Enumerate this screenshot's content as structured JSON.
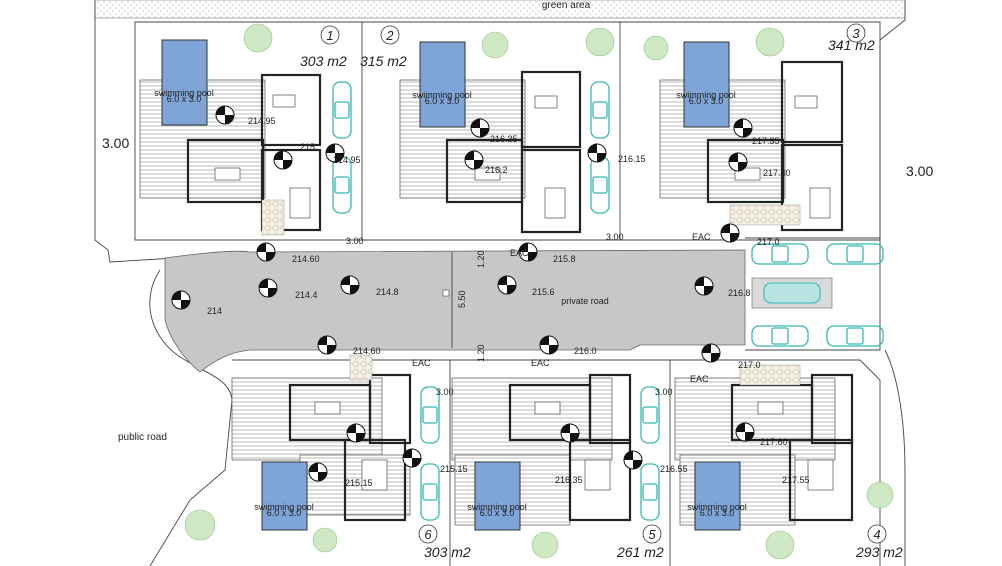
{
  "labels": {
    "green_area": "green area",
    "public_road": "public road",
    "private_road": "private road",
    "swimming_pool": "swimming pool",
    "pool_size": "6.0 x 3.0",
    "eac": "EAC"
  },
  "plots": [
    {
      "number": "1",
      "area": "303 m2"
    },
    {
      "number": "2",
      "area": "315 m2"
    },
    {
      "number": "3",
      "area": "341 m2"
    },
    {
      "number": "4",
      "area": "293 m2"
    },
    {
      "number": "5",
      "area": "261 m2"
    },
    {
      "number": "6",
      "area": "303 m2"
    }
  ],
  "dimensions": {
    "d_left": "3.00",
    "d_right": "3.00",
    "d_road_top_a": "3.00",
    "d_road_top_b": "3.00",
    "d_road_width": "5.50",
    "d_road_north": "1.20",
    "d_road_south": "1.20",
    "d_bottom_c": "3.00",
    "d_bottom_d": "3.00"
  },
  "elevations": {
    "e1": "214.95",
    "e2": "215",
    "e3": "214.95",
    "e4": "216.35",
    "e5": "216.2",
    "e6": "216.15",
    "e7": "217.35",
    "e8": "217.40",
    "e9": "214.60",
    "e10": "215.8",
    "e11": "217.0",
    "e12": "214.4",
    "e13": "214.8",
    "e14": "215.6",
    "e15": "216.8",
    "e16": "214",
    "e17": "214.60",
    "e18": "216.0",
    "e19": "217.0",
    "e20": "215.15",
    "e21": "215.15",
    "e22": "216.35",
    "e23": "216.55",
    "e24": "217.60",
    "e25": "217.55"
  }
}
